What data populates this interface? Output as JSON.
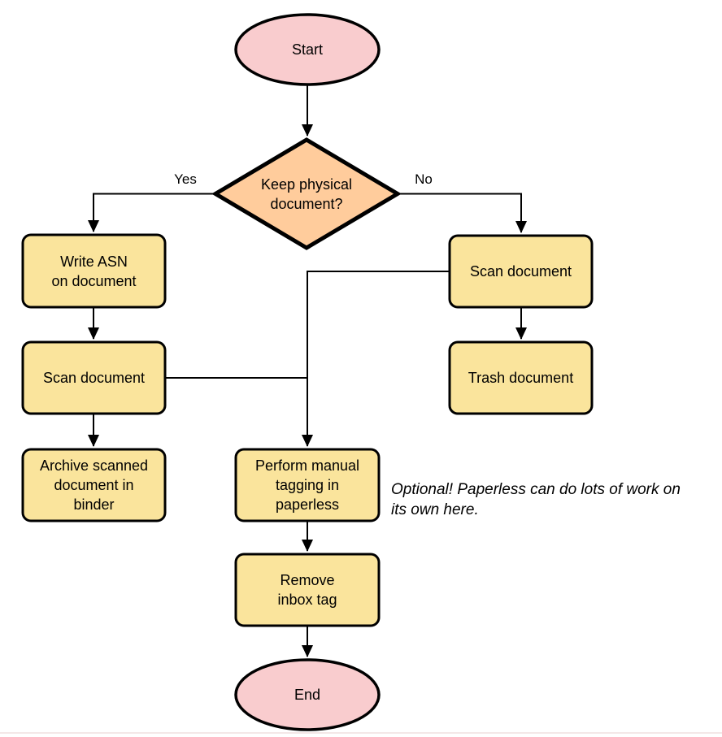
{
  "diagram_type": "flowchart",
  "colors": {
    "terminal_fill": "#F9CCCE",
    "decision_fill": "#FFCC9C",
    "process_fill": "#FAE49C",
    "stroke": "#000000",
    "line": "#000000",
    "text": "#000000"
  },
  "nodes": {
    "start": {
      "type": "terminal",
      "label": "Start"
    },
    "decision": {
      "type": "decision",
      "label": "Keep physical\ndocument?"
    },
    "write_asn": {
      "type": "process",
      "label": "Write ASN\non document"
    },
    "scan_left": {
      "type": "process",
      "label": "Scan document"
    },
    "archive": {
      "type": "process",
      "label": "Archive scanned\ndocument in\nbinder"
    },
    "scan_right": {
      "type": "process",
      "label": "Scan document"
    },
    "trash": {
      "type": "process",
      "label": "Trash document"
    },
    "tagging": {
      "type": "process",
      "label": "Perform manual\ntagging in\npaperless"
    },
    "remove_inbox": {
      "type": "process",
      "label": "Remove\ninbox tag"
    },
    "end": {
      "type": "terminal",
      "label": "End"
    }
  },
  "edges": [
    {
      "from": "start",
      "to": "decision",
      "label": ""
    },
    {
      "from": "decision",
      "to": "write_asn",
      "label": "Yes"
    },
    {
      "from": "decision",
      "to": "scan_right",
      "label": "No"
    },
    {
      "from": "write_asn",
      "to": "scan_left",
      "label": ""
    },
    {
      "from": "scan_left",
      "to": "archive",
      "label": ""
    },
    {
      "from": "scan_right",
      "to": "trash",
      "label": ""
    },
    {
      "from": "scan_right",
      "to": "tagging",
      "label": ""
    },
    {
      "from": "scan_left",
      "to": "tagging",
      "label": ""
    },
    {
      "from": "tagging",
      "to": "remove_inbox",
      "label": ""
    },
    {
      "from": "remove_inbox",
      "to": "end",
      "label": ""
    }
  ],
  "annotation": {
    "text": "Optional! Paperless can do lots of work on\nits own here."
  }
}
